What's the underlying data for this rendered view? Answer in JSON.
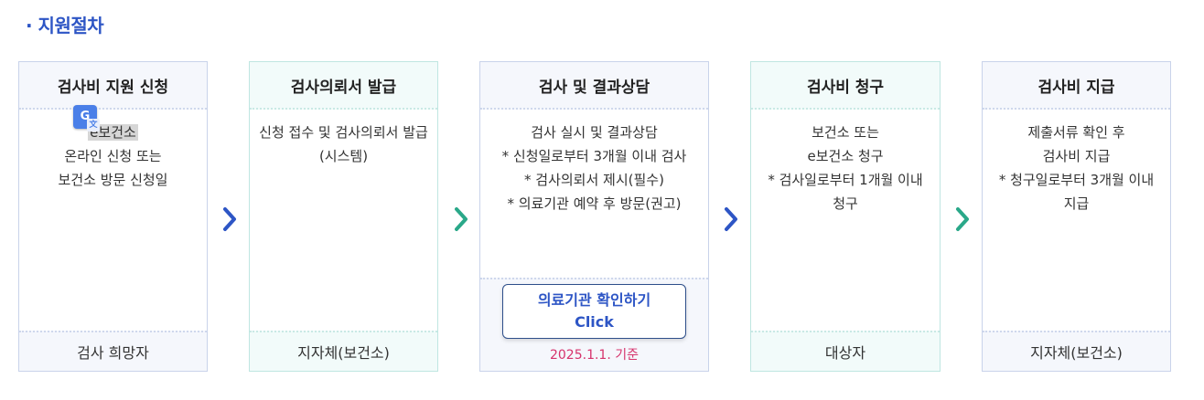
{
  "section": {
    "title": "· 지원절차"
  },
  "steps": [
    {
      "title": "검사비 지원 신청",
      "lines": [
        "e보건소",
        "온라인 신청 또는",
        "보건소 방문 신청일"
      ],
      "footer": "검사 희망자"
    },
    {
      "title": "검사의뢰서 발급",
      "lines": [
        "신청 접수 및 검사의뢰서 발급",
        "(시스템)"
      ],
      "footer": "지자체(보건소)"
    },
    {
      "title": "검사 및 결과상담",
      "lines": [
        "검사 실시 및 결과상담",
        "* 신청일로부터 3개월 이내 검사",
        "* 검사의뢰서 제시(필수)",
        "* 의료기관 예약 후 방문(권고)"
      ],
      "button_line1": "의료기관 확인하기",
      "button_line2": "Click",
      "ref_date": "2025.1.1. 기준"
    },
    {
      "title": "검사비 청구",
      "lines": [
        "보건소 또는",
        "e보건소 청구",
        "* 검사일로부터 1개월 이내",
        "청구"
      ],
      "footer": "대상자"
    },
    {
      "title": "검사비 지급",
      "lines": [
        "제출서류 확인 후",
        "검사비 지급",
        "* 청구일로부터 3개월 이내",
        "지급"
      ],
      "footer": "지자체(보건소)"
    }
  ],
  "translate_badge": {
    "icon": "google-translate-icon",
    "label": "G",
    "sub": "文"
  },
  "colors": {
    "accent": "#2d55c5",
    "arrow_blue": "#2d55c5",
    "arrow_green": "#2aa889",
    "date_pink": "#d6336c"
  }
}
